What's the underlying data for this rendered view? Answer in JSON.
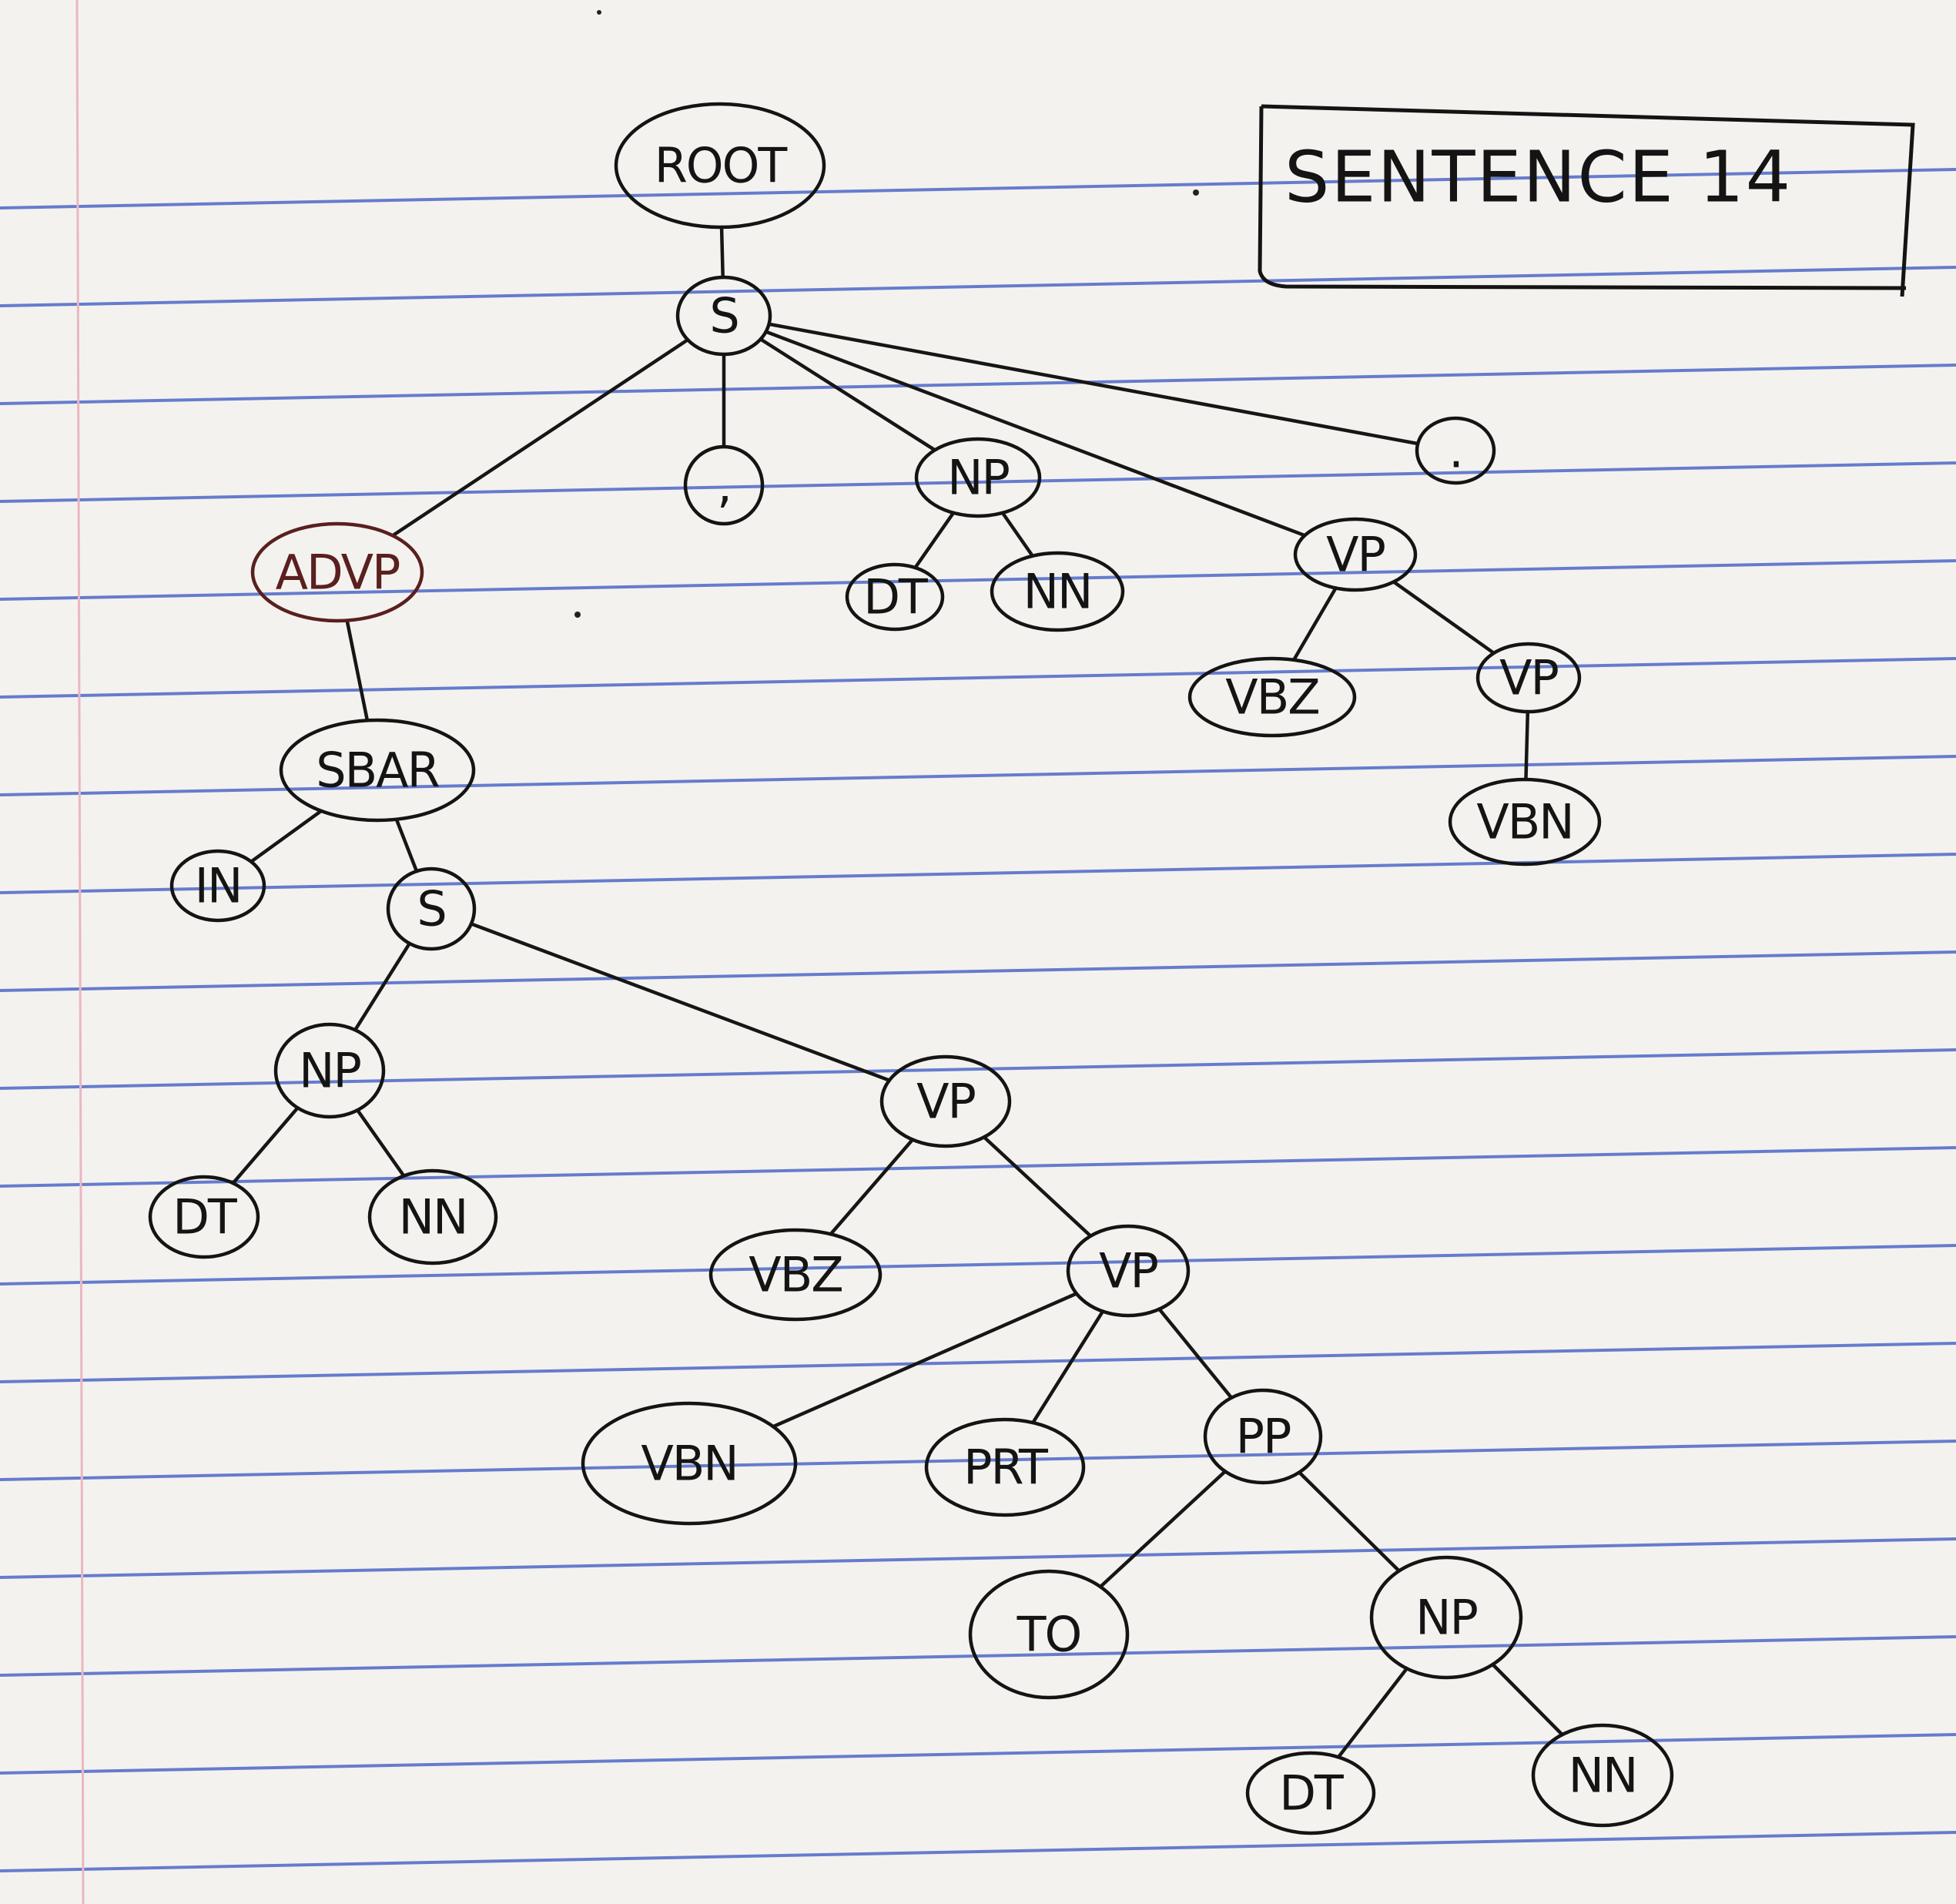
{
  "title": "SENTENCE 14",
  "colors": {
    "ink": "#141414",
    "ruled_line": "#4d68c8",
    "red_ink": "#5a1f1f",
    "paper": "#f4f2ee"
  },
  "tree": {
    "nodes": [
      {
        "id": "root",
        "label": "ROOT"
      },
      {
        "id": "s1",
        "label": "S"
      },
      {
        "id": "comma",
        "label": ","
      },
      {
        "id": "np1",
        "label": "NP"
      },
      {
        "id": "period",
        "label": "."
      },
      {
        "id": "dt1",
        "label": "DT"
      },
      {
        "id": "nn1",
        "label": "NN"
      },
      {
        "id": "vp1",
        "label": "VP"
      },
      {
        "id": "vbz1",
        "label": "VBZ"
      },
      {
        "id": "vp2",
        "label": "VP"
      },
      {
        "id": "vbn1",
        "label": "VBN"
      },
      {
        "id": "advp",
        "label": "ADVP"
      },
      {
        "id": "sbar",
        "label": "SBAR"
      },
      {
        "id": "in",
        "label": "IN"
      },
      {
        "id": "s2",
        "label": "S"
      },
      {
        "id": "np2",
        "label": "NP"
      },
      {
        "id": "dt2",
        "label": "DT"
      },
      {
        "id": "nn2",
        "label": "NN"
      },
      {
        "id": "vp3",
        "label": "VP"
      },
      {
        "id": "vbz2",
        "label": "VBZ"
      },
      {
        "id": "vp4",
        "label": "VP"
      },
      {
        "id": "vbn2",
        "label": "VBN"
      },
      {
        "id": "prt",
        "label": "PRT"
      },
      {
        "id": "pp",
        "label": "PP"
      },
      {
        "id": "to",
        "label": "TO"
      },
      {
        "id": "np3",
        "label": "NP"
      },
      {
        "id": "dt3",
        "label": "DT"
      },
      {
        "id": "nn3",
        "label": "NN"
      }
    ],
    "edges": [
      [
        "root",
        "s1"
      ],
      [
        "s1",
        "advp"
      ],
      [
        "s1",
        "comma"
      ],
      [
        "s1",
        "np1"
      ],
      [
        "s1",
        "vp1"
      ],
      [
        "s1",
        "period"
      ],
      [
        "np1",
        "dt1"
      ],
      [
        "np1",
        "nn1"
      ],
      [
        "vp1",
        "vbz1"
      ],
      [
        "vp1",
        "vp2"
      ],
      [
        "vp2",
        "vbn1"
      ],
      [
        "advp",
        "sbar"
      ],
      [
        "sbar",
        "in"
      ],
      [
        "sbar",
        "s2"
      ],
      [
        "s2",
        "np2"
      ],
      [
        "s2",
        "vp3"
      ],
      [
        "np2",
        "dt2"
      ],
      [
        "np2",
        "nn2"
      ],
      [
        "vp3",
        "vbz2"
      ],
      [
        "vp3",
        "vp4"
      ],
      [
        "vp4",
        "vbn2"
      ],
      [
        "vp4",
        "prt"
      ],
      [
        "vp4",
        "pp"
      ],
      [
        "pp",
        "to"
      ],
      [
        "pp",
        "np3"
      ],
      [
        "np3",
        "dt3"
      ],
      [
        "np3",
        "nn3"
      ]
    ]
  }
}
